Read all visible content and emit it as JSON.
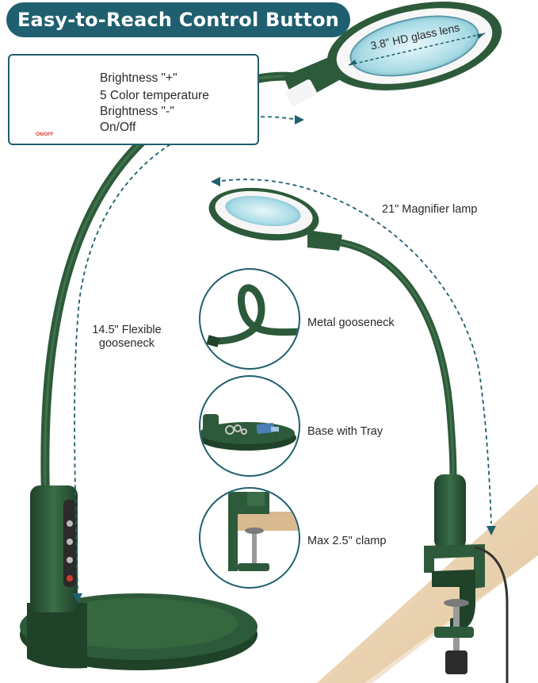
{
  "title": "Easy-to-Reach Control Button",
  "controls": [
    {
      "label": "Brightness \"+\"",
      "icon": "brightness-plus-icon"
    },
    {
      "label": "5 Color temperature",
      "icon": "color-temperature-icon"
    },
    {
      "label": "Brightness \"-\"",
      "icon": "brightness-minus-icon"
    },
    {
      "label": "On/Off",
      "icon": "power-icon"
    }
  ],
  "button_panel_text": "ON/OFF",
  "lens_label": "3.8\" HD glass lens",
  "lamp_height_label": "21\" Magnifier lamp",
  "gooseneck_label_line1": "14.5\" Flexible",
  "gooseneck_label_line2": "gooseneck",
  "features": [
    {
      "label": "Metal gooseneck"
    },
    {
      "label": "Base with Tray"
    },
    {
      "label": "Max 2.5\" clamp"
    }
  ],
  "colors": {
    "brand_teal": "#1f5f6f",
    "lamp_green": "#2d5a3a",
    "lamp_green_dark": "#1f4229",
    "panel_dark": "#2b2b2b",
    "power_red": "#d23a2c",
    "lens_blue": "#bfe6ee",
    "wood": "#d9b98f"
  }
}
